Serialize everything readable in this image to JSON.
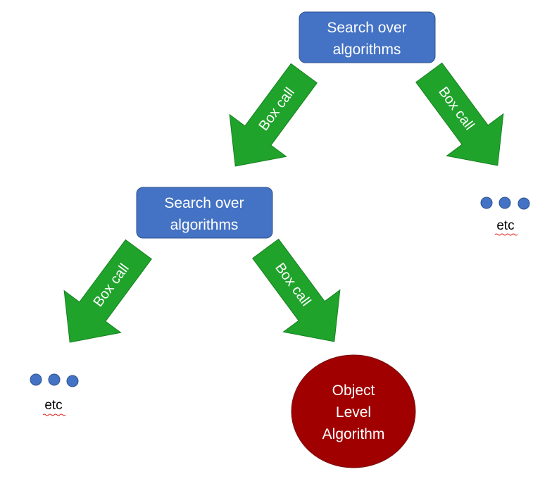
{
  "nodes": {
    "top_search": {
      "line1": "Search over",
      "line2": "algorithms"
    },
    "mid_search": {
      "line1": "Search over",
      "line2": "algorithms"
    },
    "object_level": {
      "line1": "Object",
      "line2": "Level",
      "line3": "Algorithm"
    }
  },
  "arrows": {
    "top_left": "Box call",
    "top_right": "Box call",
    "mid_left": "Box call",
    "mid_right": "Box call"
  },
  "ellipsis": {
    "right": "etc",
    "left": "etc"
  },
  "colors": {
    "box_fill": "#4472c4",
    "box_stroke": "#2f528f",
    "arrow_fill": "#1fa32b",
    "arrow_stroke": "#16801f",
    "circle_fill": "#a00000",
    "circle_stroke": "#7a1010",
    "dot_fill": "#4472c4",
    "dot_stroke": "#2f528f"
  }
}
